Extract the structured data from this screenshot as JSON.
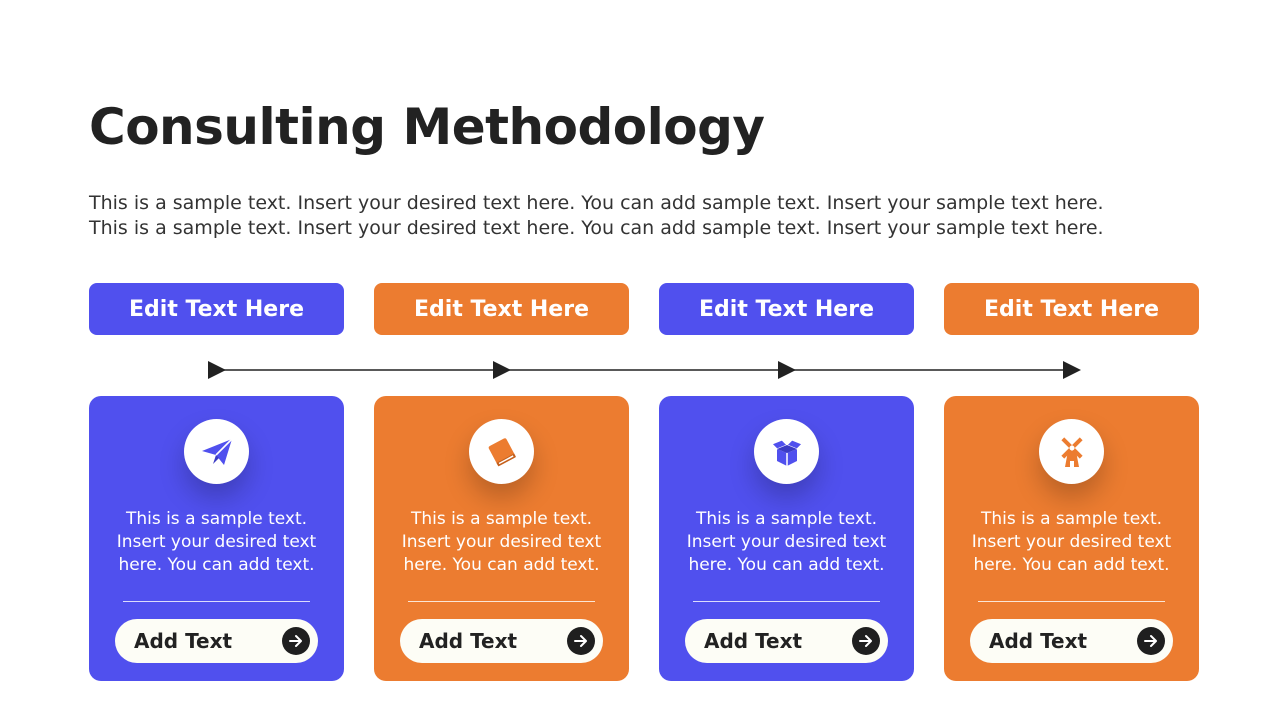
{
  "title": "Consulting Methodology",
  "intro": "This is a sample text. Insert your desired text here. You can add sample text. Insert your sample text here. This is a sample text. Insert your desired text here. You can add sample text. Insert your sample text here.",
  "colors": {
    "blue": "#5050ee",
    "orange": "#ec7c30",
    "dark": "#222222",
    "pill_bg": "#fdfdf6"
  },
  "steps": [
    {
      "header": "Edit Text Here",
      "icon": "paper-plane-icon",
      "color": "blue",
      "text": "This is a sample text. Insert your desired text here. You can add text.",
      "button_label": "Add Text"
    },
    {
      "header": "Edit Text Here",
      "icon": "book-icon",
      "color": "orange",
      "text": "This is a sample text. Insert your desired text here. You can add text.",
      "button_label": "Add Text"
    },
    {
      "header": "Edit Text Here",
      "icon": "open-box-icon",
      "color": "blue",
      "text": "This is a sample text. Insert your desired text here. You can add text.",
      "button_label": "Add Text"
    },
    {
      "header": "Edit Text Here",
      "icon": "windmill-icon",
      "color": "orange",
      "text": "This is a sample text. Insert your desired text here. You can add text.",
      "button_label": "Add Text"
    }
  ]
}
